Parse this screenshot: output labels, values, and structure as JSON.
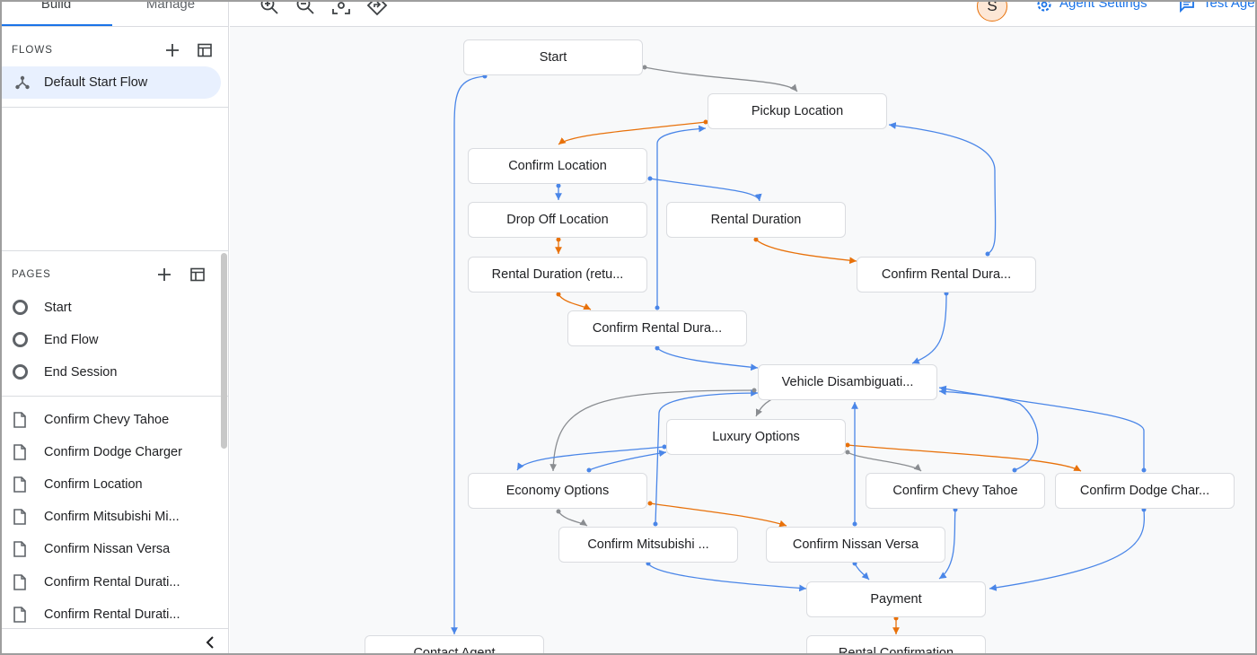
{
  "tabs": {
    "build": "Build",
    "manage": "Manage"
  },
  "flows": {
    "section_label": "FLOWS",
    "items": [
      {
        "label": "Default Start Flow"
      }
    ]
  },
  "pages": {
    "section_label": "PAGES",
    "special_items": [
      {
        "label": "Start"
      },
      {
        "label": "End Flow"
      },
      {
        "label": "End Session"
      }
    ],
    "items": [
      {
        "label": "Confirm Chevy Tahoe"
      },
      {
        "label": "Confirm Dodge Charger"
      },
      {
        "label": "Confirm Location"
      },
      {
        "label": "Confirm Mitsubishi Mi..."
      },
      {
        "label": "Confirm Nissan Versa"
      },
      {
        "label": "Confirm Rental Durati..."
      },
      {
        "label": "Confirm Rental Durati..."
      }
    ]
  },
  "toolbar": {
    "avatar_initial": "S",
    "agent_settings": "Agent Settings",
    "test_agent": "Test Age"
  },
  "graph": {
    "colors": {
      "blue": "#4a86e8",
      "orange": "#e8710a",
      "gray": "#8a8d91"
    },
    "nodes": {
      "start": "Start",
      "pickup_location": "Pickup Location",
      "confirm_location": "Confirm Location",
      "drop_off_location": "Drop Off Location",
      "rental_duration": "Rental Duration",
      "rental_duration_return": "Rental Duration (retu...",
      "confirm_rental_duration_a": "Confirm Rental Dura...",
      "confirm_rental_duration_b": "Confirm Rental Dura...",
      "vehicle_disambiguation": "Vehicle Disambiguati...",
      "luxury_options": "Luxury Options",
      "economy_options": "Economy Options",
      "confirm_chevy_tahoe": "Confirm Chevy Tahoe",
      "confirm_dodge_charger": "Confirm Dodge Char...",
      "confirm_mitsubishi": "Confirm Mitsubishi ...",
      "confirm_nissan_versa": "Confirm Nissan Versa",
      "payment": "Payment",
      "contact_agent": "Contact Agent",
      "rental_confirmation": "Rental Confirmation"
    }
  }
}
